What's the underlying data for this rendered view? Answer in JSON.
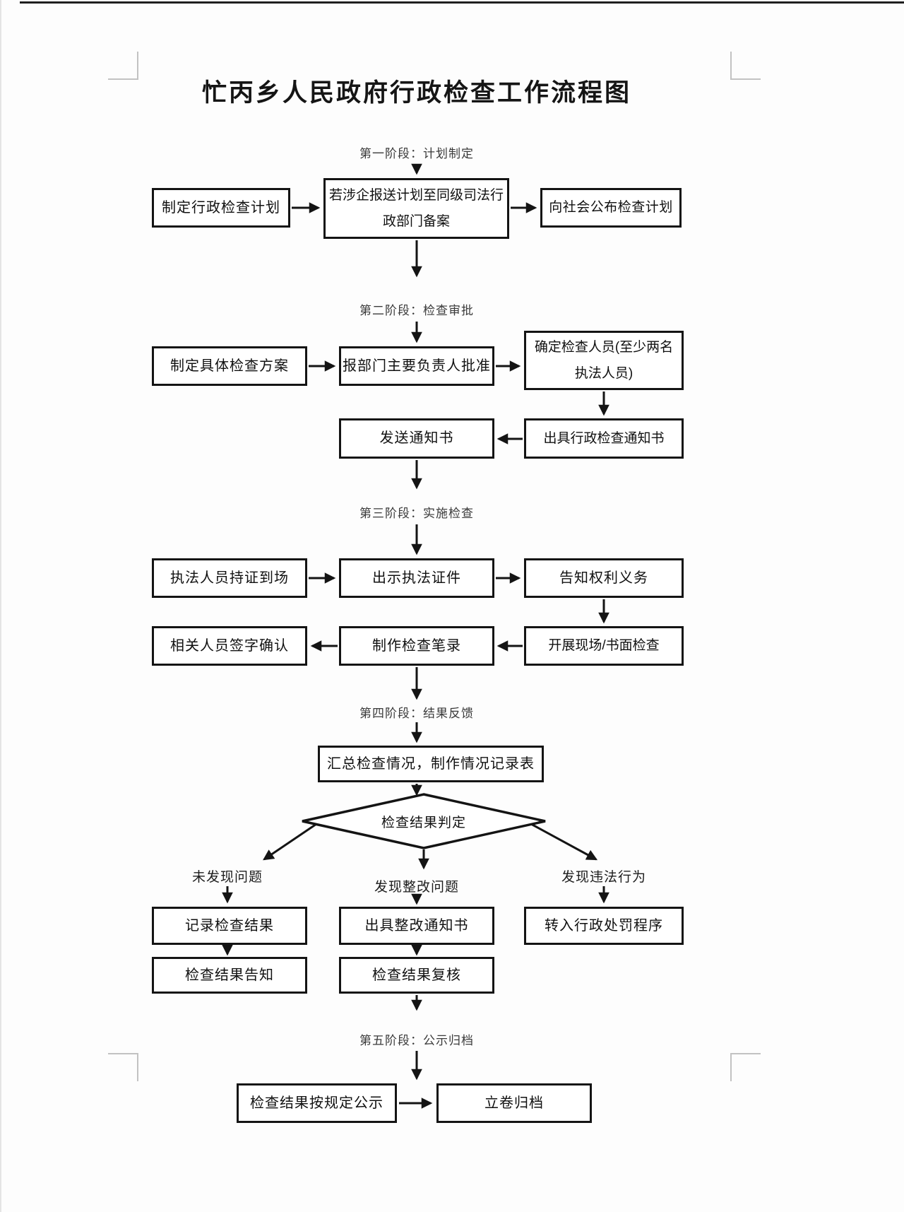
{
  "title": "忙丙乡人民政府行政检查工作流程图",
  "phase1": {
    "label": "第一阶段：计划制定",
    "step1": "制定行政检查计划",
    "step2": "若涉企报送计划至同级司法行政部门备案",
    "step3": "向社会公布检查计划"
  },
  "phase2": {
    "label": "第二阶段：检查审批",
    "step1": "制定具体检查方案",
    "step2": "报部门主要负责人批准",
    "step3": "确定检查人员(至少两名执法人员)",
    "step4": "出具行政检查通知书",
    "step5": "发送通知书"
  },
  "phase3": {
    "label": "第三阶段：实施检查",
    "step1": "执法人员持证到场",
    "step2": "出示执法证件",
    "step3": "告知权利义务",
    "step4": "开展现场/书面检查",
    "step5": "制作检查笔录",
    "step6": "相关人员签字确认"
  },
  "phase4": {
    "label": "第四阶段：结果反馈",
    "step1": "汇总检查情况，制作情况记录表",
    "decision": "检查结果判定",
    "branch_no_issue": {
      "label": "未发现问题",
      "step1": "记录检查结果",
      "step2": "检查结果告知"
    },
    "branch_rectify": {
      "label": "发现整改问题",
      "step1": "出具整改通知书",
      "step2": "检查结果复核"
    },
    "branch_violation": {
      "label": "发现违法行为",
      "step1": "转入行政处罚程序"
    }
  },
  "phase5": {
    "label": "第五阶段：公示归档",
    "step1": "检查结果按规定公示",
    "step2": "立卷归档"
  }
}
